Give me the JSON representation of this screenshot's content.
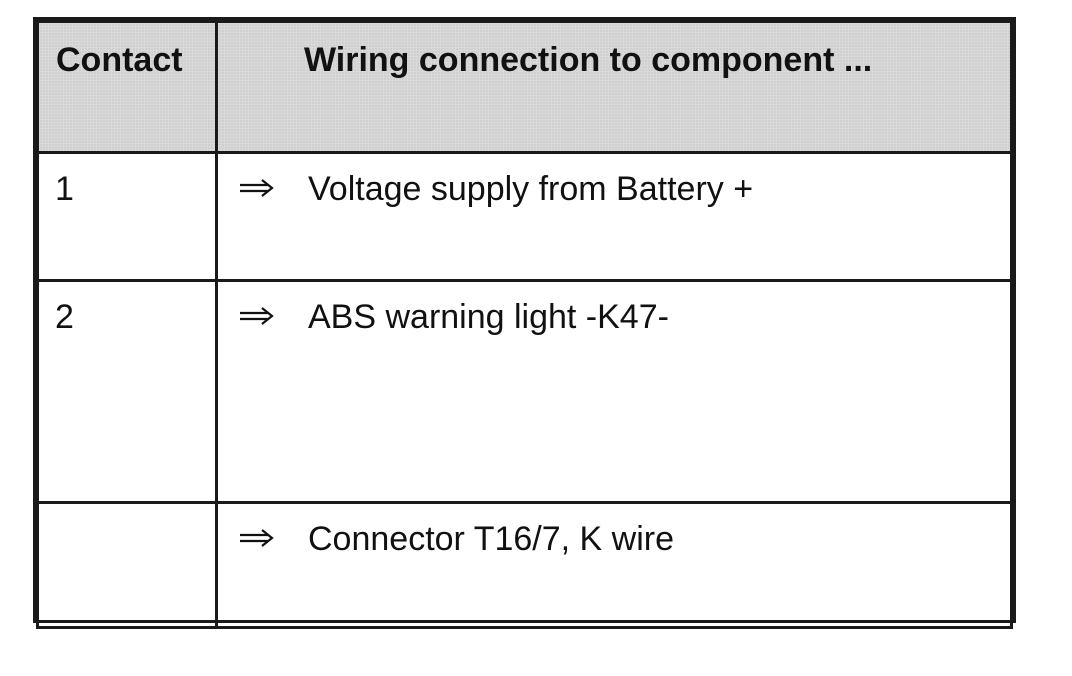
{
  "table": {
    "headers": {
      "contact": "Contact",
      "wiring": "Wiring connection to component ..."
    },
    "rows": [
      {
        "contact": "1",
        "arrow": "double-right-arrow-icon",
        "text": "Voltage supply from Battery +"
      },
      {
        "contact": "2",
        "arrow": "double-right-arrow-icon",
        "text": "ABS warning light -K47-"
      },
      {
        "contact": "",
        "arrow": "double-right-arrow-icon",
        "text": "Connector T16/7, K wire"
      }
    ]
  }
}
